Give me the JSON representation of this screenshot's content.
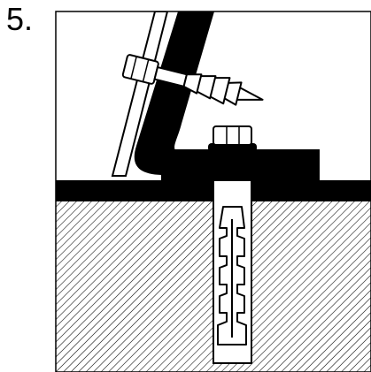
{
  "step": {
    "number": "5."
  },
  "colors": {
    "ink": "#000000",
    "paper": "#ffffff",
    "hatch": "#000000"
  },
  "parts": [
    "mounting-frame",
    "support-rail",
    "l-bracket",
    "lag-screw",
    "hex-bolt",
    "flat-washer",
    "wall-plug",
    "mounting-surface",
    "substrate"
  ]
}
